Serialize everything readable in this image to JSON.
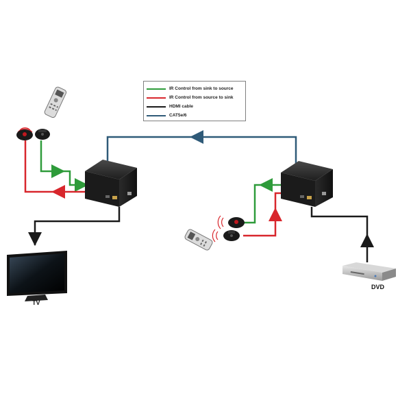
{
  "colors": {
    "ir_sink_to_source": "#2e9b3a",
    "ir_source_to_sink": "#d8262c",
    "hdmi_cable": "#1a1a1a",
    "cat_cable": "#2f5a78"
  },
  "legend": {
    "items": [
      {
        "label": "IR Control from sink to source",
        "color": "#2e9b3a"
      },
      {
        "label": "IR Control from source to sink",
        "color": "#d8262c"
      },
      {
        "label": "HDMI cable",
        "color": "#1a1a1a"
      },
      {
        "label": "CAT5e/6",
        "color": "#2f5a78"
      }
    ]
  },
  "devices": {
    "tv_label": "TV",
    "dvd_label": "DVD"
  },
  "icons": [
    "remote-control-icon",
    "ir-receiver-icon",
    "ir-transmitter-icon",
    "hdmi-extender-icon",
    "tv-icon",
    "dvd-player-icon"
  ]
}
